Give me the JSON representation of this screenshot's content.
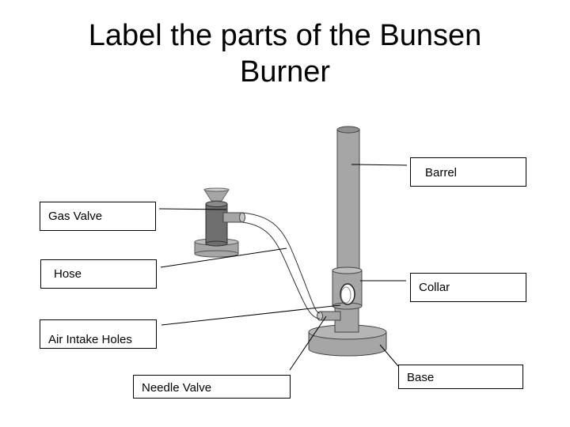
{
  "title": {
    "line1": "Label the parts of the Bunsen",
    "line2": "Burner"
  },
  "labels": {
    "barrel": "Barrel",
    "gas_valve": "Gas Valve",
    "hose": "Hose",
    "collar": "Collar",
    "air_intake_holes": "Air Intake Holes",
    "base": "Base",
    "needle_valve": "Needle Valve"
  },
  "colors": {
    "metal": "#a6a6a6",
    "metal_dark": "#6e6e6e",
    "outline": "#000000"
  }
}
